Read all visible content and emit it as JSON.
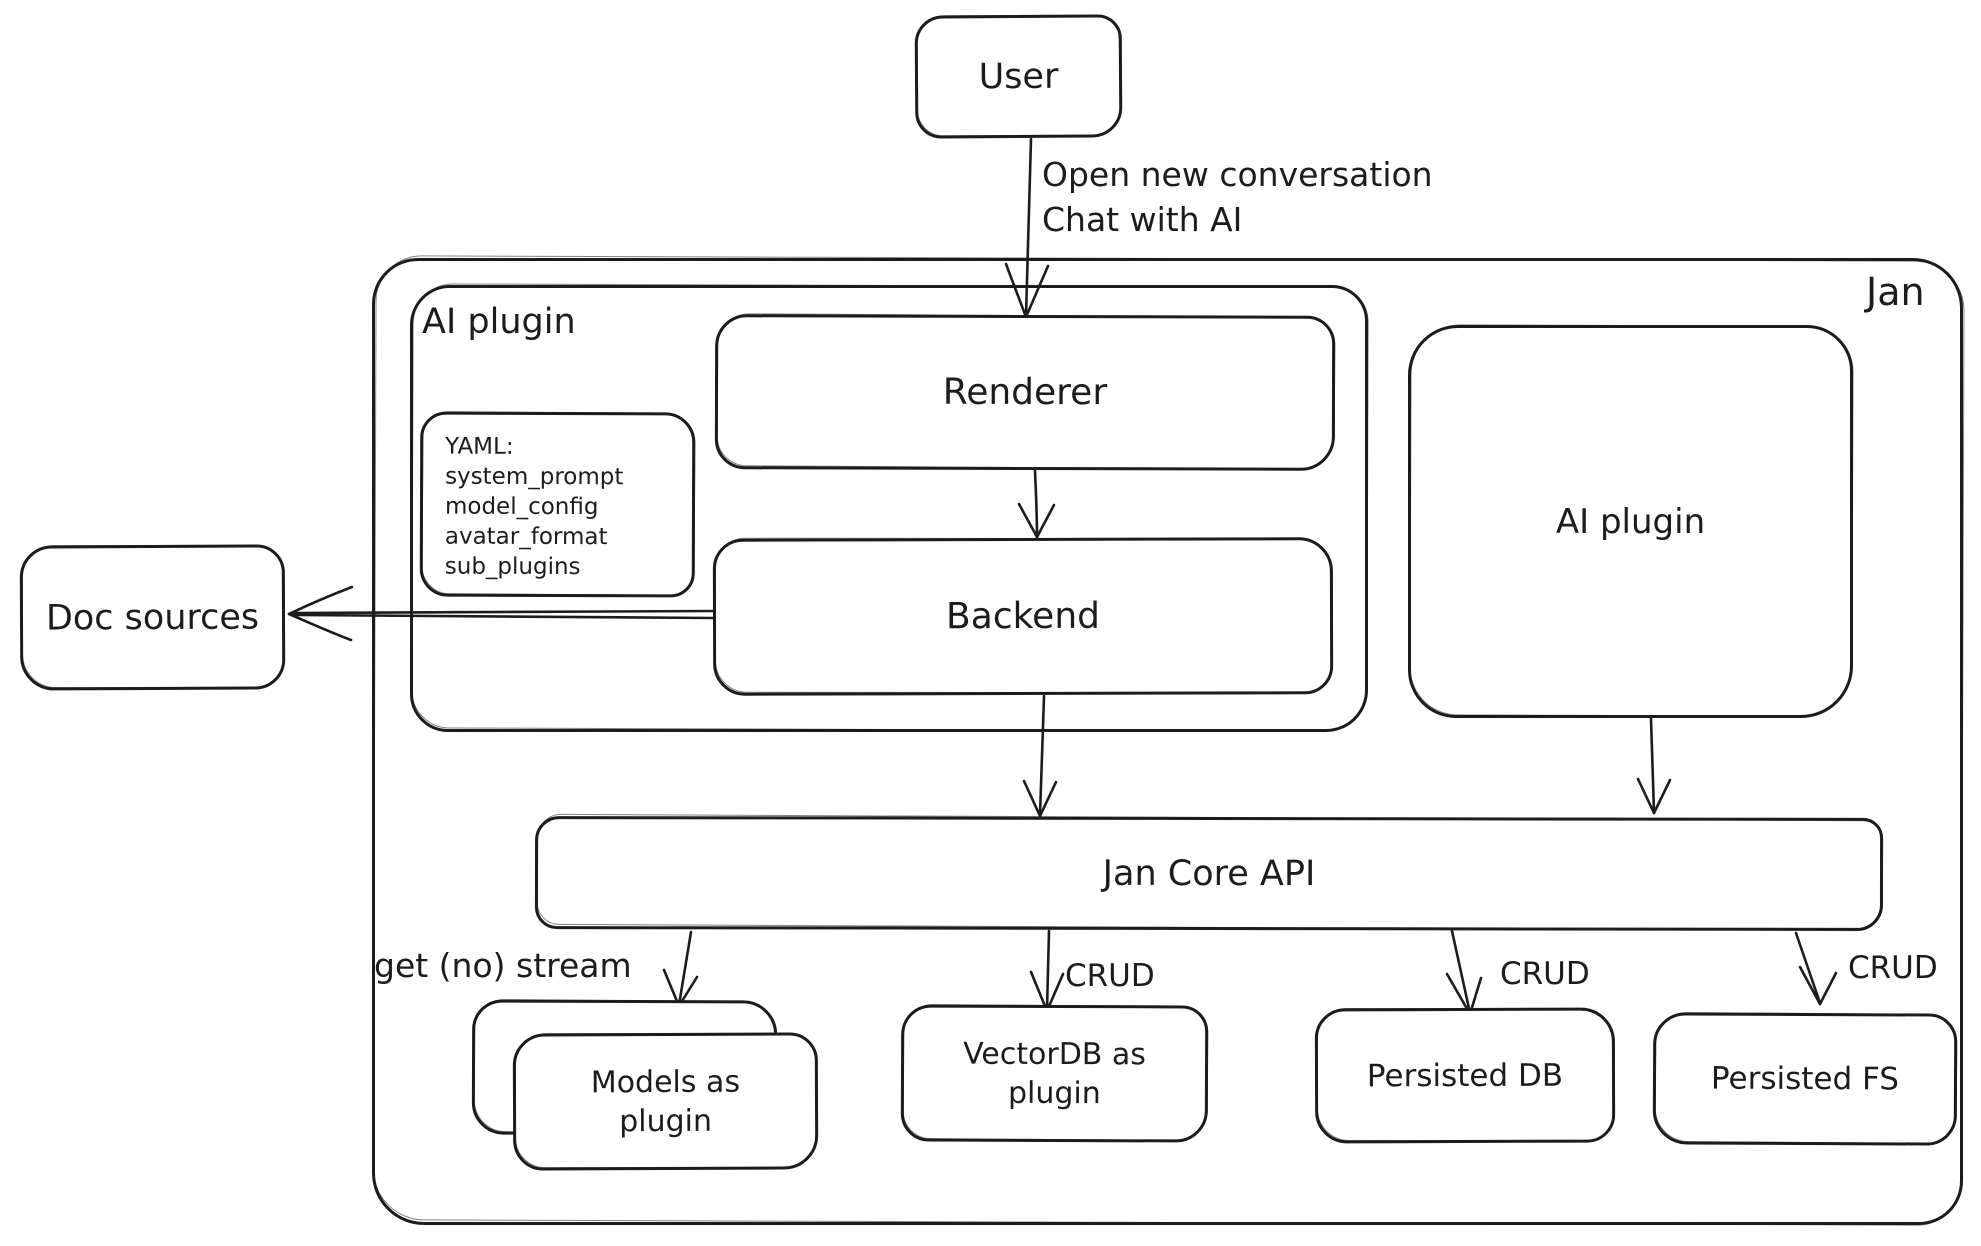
{
  "diagram": {
    "colors": {
      "stroke": "#1c1c1c",
      "background": "#ffffff"
    },
    "nodes": {
      "user": {
        "label": "User"
      },
      "jan_container": {
        "label": "Jan"
      },
      "ai_plugin_group": {
        "label": "AI plugin"
      },
      "renderer": {
        "label": "Renderer"
      },
      "backend": {
        "label": "Backend"
      },
      "ai_plugin_right": {
        "label": "AI plugin"
      },
      "doc_sources": {
        "label": "Doc sources"
      },
      "jan_core_api": {
        "label": "Jan Core API"
      },
      "models_as_plugin": {
        "label": "Models as plugin"
      },
      "vectordb_as_plugin": {
        "label": "VectorDB as plugin"
      },
      "persisted_db": {
        "label": "Persisted DB"
      },
      "persisted_fs": {
        "label": "Persisted FS"
      }
    },
    "yaml_note": {
      "title": "YAML:",
      "items": [
        "system_prompt",
        "model_config",
        "avatar_format",
        "sub_plugins"
      ]
    },
    "edge_labels": {
      "user_to_renderer": [
        "Open new conversation",
        "Chat with AI"
      ],
      "jan_core_to_models": "get (no) stream",
      "jan_core_to_vectordb": "CRUD",
      "jan_core_to_persisted_db": "CRUD",
      "jan_core_to_persisted_fs": "CRUD"
    }
  }
}
